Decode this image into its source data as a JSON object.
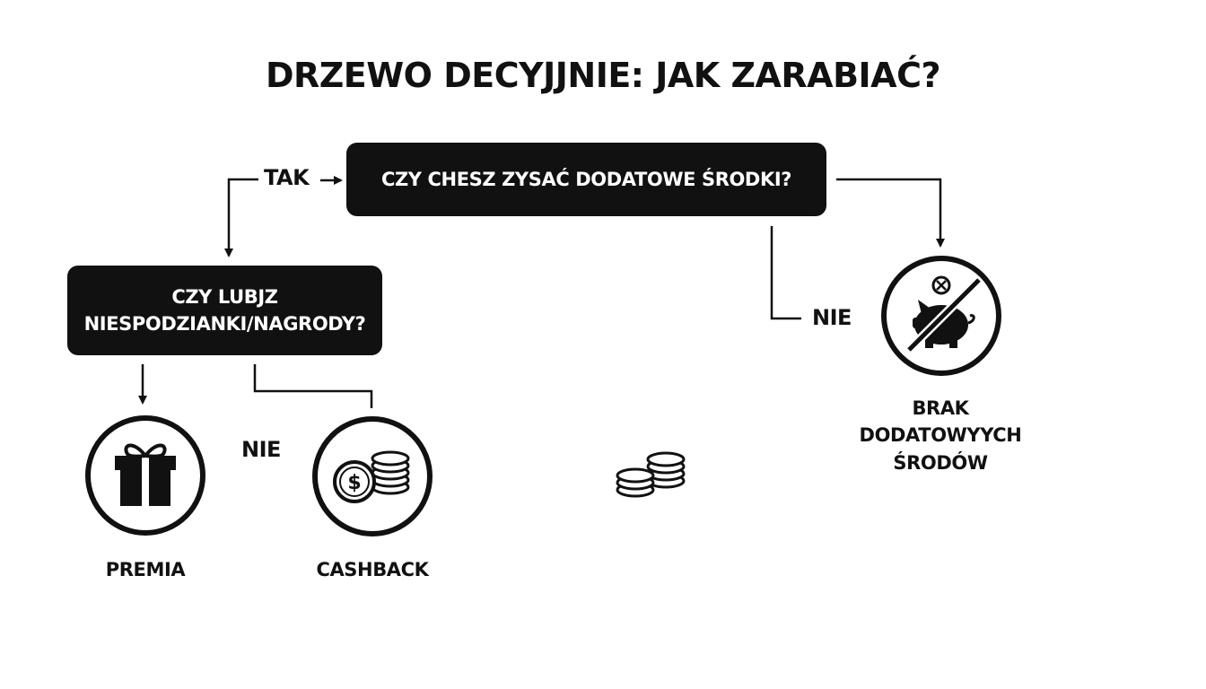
{
  "title": "DRZEWO DECYJJNIE: JAK ZARABIAĆ?",
  "nodes": {
    "root_question": "CZY CHESZ ZYSAĆ DODATOWE ŚRODKI?",
    "second_question_line1": "CZY LUBJZ",
    "second_question_line2": "NIESPODZIANKI/NAGRODY?"
  },
  "edges": {
    "yes_label": "TAK",
    "no_label_right": "NIE",
    "no_label_left": "NIE"
  },
  "outcomes": {
    "premia": "PREMIA",
    "cashback": "CASHBACK",
    "no_funds_line1": "BRAK",
    "no_funds_line2": "DODATOWYYCH",
    "no_funds_line3": "ŚRODÓW"
  },
  "icons": {
    "gift": "gift-icon",
    "coins": "coins-icon",
    "no_piggy_bank": "crossed-piggy-bank-icon",
    "floating_coins": "coins-icon"
  },
  "colors": {
    "box_fill": "#111111",
    "box_text": "#ffffff",
    "line": "#111111",
    "background": "#ffffff"
  }
}
